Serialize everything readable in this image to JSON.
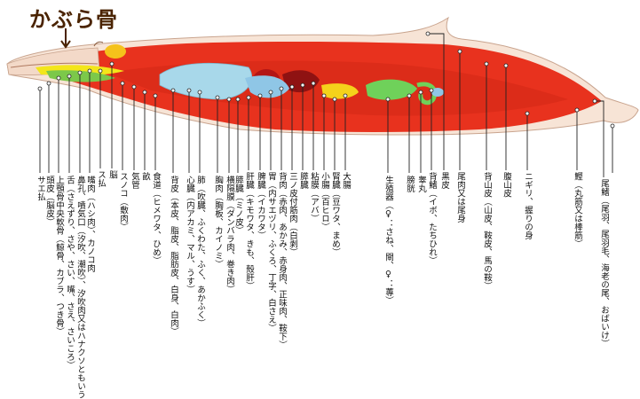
{
  "title": "かぶら骨",
  "labels": [
    {
      "id": "saebara",
      "lines": [
        "サエ払"
      ]
    },
    {
      "id": "atamakawa",
      "lines": [
        "頭皮（脳皮）"
      ]
    },
    {
      "id": "jougakukotsu",
      "lines": [
        "上顎骨中央軟骨（鯨骨、カブラ、つき骨）"
      ]
    },
    {
      "id": "shita",
      "lines": [
        "舌（さえずり、さや、さい、嘴、さえ、さいころ）"
      ]
    },
    {
      "id": "hanaana",
      "lines": [
        "鼻孔、噴気口（汐吹、潮吹）、汐吹肉又はハナクソともいう"
      ]
    },
    {
      "id": "kousiniku",
      "lines": [
        "嘴肉（ハシ肉）、カノコ肉"
      ]
    },
    {
      "id": "su",
      "lines": [
        "ス払"
      ]
    },
    {
      "id": "nou",
      "lines": [
        "脳"
      ]
    },
    {
      "id": "sunoko",
      "lines": [
        "スノコ（敷肉）"
      ]
    },
    {
      "id": "kikan",
      "lines": [
        "気管"
      ]
    },
    {
      "id": "hige",
      "lines": [
        "畝"
      ]
    },
    {
      "id": "shokudou",
      "lines": [
        "食道（ヒメワタ、ひめ）"
      ]
    },
    {
      "id": "senaka",
      "lines": [
        "背皮（本皮、脂皮、脂肪皮、白身、白肉）"
      ]
    },
    {
      "id": "shinzou",
      "lines": [
        "心臓（内アカミ、マル、うす）"
      ]
    },
    {
      "id": "hai",
      "lines": [
        "肺（吹臓、ふくわた、ふく、あかふく）"
      ]
    },
    {
      "id": "muneniku",
      "lines": [
        "胸肉（胸板、カイノミ）"
      ]
    },
    {
      "id": "oukakumaku",
      "lines": [
        "横隔膜（ダンバラ肉、巻き肉）"
      ]
    },
    {
      "id": "suizou",
      "lines": [
        "膵臓（ミノ皮）"
      ]
    },
    {
      "id": "kanzou",
      "lines": [
        "肝臓（キモワタ、きも、殻肝）"
      ]
    },
    {
      "id": "hizou",
      "lines": [
        "脾臓（イカワタ）"
      ]
    },
    {
      "id": "i",
      "lines": [
        "胃（内サエヅリ、ふくろ、丁字、白さえ）"
      ]
    },
    {
      "id": "seniku",
      "lines": [
        "背肉（赤肉、あかみ、赤身肉、正味肉、鞍下）"
      ]
    },
    {
      "id": "sannoki",
      "lines": [
        "三ノ皮付筋肉（白剥）"
      ]
    },
    {
      "id": "suizou2",
      "lines": [
        "膵臓"
      ]
    },
    {
      "id": "nenmaku",
      "lines": [
        "粘膜（アバ）"
      ]
    },
    {
      "id": "shouchou",
      "lines": [
        "小腸（百ヒロ）"
      ]
    },
    {
      "id": "jinzou",
      "lines": [
        "腎臓（豆ワタ、まめ）"
      ]
    },
    {
      "id": "daichou",
      "lines": [
        "大腸"
      ]
    },
    {
      "id": "seishokuki",
      "lines": [
        "生殖器（♀：さね、閘、♀：蓴）"
      ]
    },
    {
      "id": "boukou",
      "lines": [
        "膀胱"
      ]
    },
    {
      "id": "kougan",
      "lines": [
        "睾丸"
      ]
    },
    {
      "id": "sebire",
      "lines": [
        "背鰭（イボ、たちひれ）"
      ]
    },
    {
      "id": "kokuhi",
      "lines": [
        "黒皮"
      ]
    },
    {
      "id": "obiniku",
      "lines": [
        "尾肉又は尾身"
      ]
    },
    {
      "id": "seyamakawa",
      "lines": [
        "背山皮（山皮、鞍皮、馬の鞍）"
      ]
    },
    {
      "id": "harayamakawa",
      "lines": [
        "腹山皮"
      ]
    },
    {
      "id": "nigiri",
      "lines": [
        "ニギリ、握りの身"
      ]
    },
    {
      "id": "mikazuki",
      "lines": [
        "鰹（丸筋又は棒筋）"
      ]
    },
    {
      "id": "obire",
      "lines": [
        "尾鰭（尾羽、尾羽毛、海老の尾、おばいけ）"
      ]
    }
  ]
}
